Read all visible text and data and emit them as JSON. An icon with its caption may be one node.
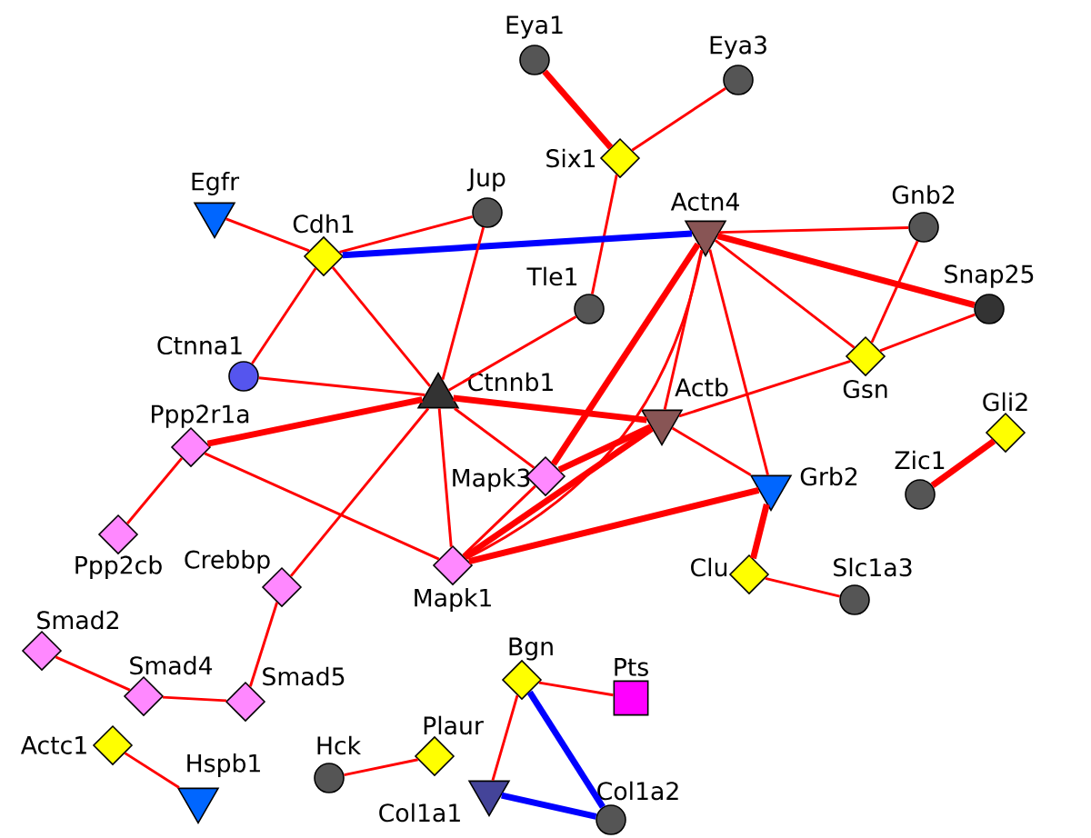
{
  "diagram": {
    "nodes": [
      {
        "text": [
          "Eya1"
        ]
      },
      {
        "text": [
          "Eya3"
        ]
      },
      {
        "text": [
          "Six1"
        ]
      },
      {
        "text": [
          "Egfr"
        ]
      },
      {
        "text": [
          "Jup"
        ]
      },
      {
        "text": [
          "Actn4"
        ]
      },
      {
        "text": [
          "Gnb2"
        ]
      },
      {
        "text": [
          "Cdh1"
        ]
      },
      {
        "text": [
          "Tle1"
        ]
      },
      {
        "text": [
          "Snap25"
        ]
      },
      {
        "text": [
          "Ctnna1"
        ]
      },
      {
        "text": [
          "Gsn"
        ]
      },
      {
        "text": [
          "Ctnnb1"
        ]
      },
      {
        "text": [
          "Actb"
        ]
      },
      {
        "text": [
          "Gli2"
        ]
      },
      {
        "text": [
          "Ppp2r1a"
        ]
      },
      {
        "text": [
          "Mapk3"
        ]
      },
      {
        "text": [
          "Grb2"
        ]
      },
      {
        "text": [
          "Zic1"
        ]
      },
      {
        "text": [
          "Ppp2cb"
        ]
      },
      {
        "text": [
          "Mapk1"
        ]
      },
      {
        "text": [
          "Clu"
        ]
      },
      {
        "text": [
          "Crebbp"
        ]
      },
      {
        "text": [
          "Slc1a3"
        ]
      },
      {
        "text": [
          "Smad2"
        ]
      },
      {
        "text": [
          "Bgn"
        ]
      },
      {
        "text": [
          "Pts"
        ]
      },
      {
        "text": [
          "Smad4"
        ]
      },
      {
        "text": [
          "Smad5"
        ]
      },
      {
        "text": [
          "Actc1"
        ]
      },
      {
        "text": [
          "Plaur"
        ]
      },
      {
        "text": [
          "Hck"
        ]
      },
      {
        "text": [
          "Col1a1"
        ]
      },
      {
        "text": [
          "Hspb1"
        ]
      },
      {
        "text": [
          "Col1a2"
        ]
      }
    ],
    "edges": [
      {
        "from": 0,
        "to": 2,
        "arrow": "none",
        "style": "thick"
      },
      {
        "from": 1,
        "to": 2,
        "arrow": "none"
      },
      {
        "from": 2,
        "to": 8,
        "arrow": "none"
      },
      {
        "from": 3,
        "to": 7,
        "arrow": "none"
      },
      {
        "from": 7,
        "to": 4,
        "arrow": "none"
      },
      {
        "from": 7,
        "to": 5,
        "arrow": "none",
        "style": "thick",
        "color": "#0000ff"
      },
      {
        "from": 7,
        "to": 10,
        "arrow": "none"
      },
      {
        "from": 7,
        "to": 12,
        "arrow": "none"
      },
      {
        "from": 4,
        "to": 12,
        "arrow": "none"
      },
      {
        "from": 5,
        "to": 6,
        "arrow": "none"
      },
      {
        "from": 5,
        "to": 9,
        "arrow": "none",
        "style": "thick"
      },
      {
        "from": 5,
        "to": 11,
        "arrow": "none"
      },
      {
        "from": 5,
        "to": 13,
        "arrow": "none"
      },
      {
        "from": 5,
        "to": 16,
        "arrow": "none",
        "style": "thick"
      },
      {
        "from": 5,
        "to": 20,
        "arrow": "none"
      },
      {
        "from": 5,
        "to": 17,
        "arrow": "none"
      },
      {
        "from": 6,
        "to": 11,
        "arrow": "none"
      },
      {
        "from": 11,
        "to": 9,
        "arrow": "none"
      },
      {
        "from": 11,
        "to": 13,
        "arrow": "none"
      },
      {
        "from": 12,
        "to": 8,
        "arrow": "none"
      },
      {
        "from": 12,
        "to": 10,
        "arrow": "none"
      },
      {
        "from": 12,
        "to": 15,
        "arrow": "none",
        "style": "thick"
      },
      {
        "from": 12,
        "to": 13,
        "arrow": "none",
        "style": "thick"
      },
      {
        "from": 12,
        "to": 16,
        "arrow": "none"
      },
      {
        "from": 12,
        "to": 20,
        "arrow": "none"
      },
      {
        "from": 12,
        "to": 22,
        "arrow": "none"
      },
      {
        "from": 13,
        "to": 17,
        "arrow": "none"
      },
      {
        "from": 13,
        "to": 20,
        "arrow": "none",
        "style": "thick"
      },
      {
        "from": 13,
        "to": 16,
        "arrow": "none",
        "style": "thick"
      },
      {
        "from": 15,
        "to": 19,
        "arrow": "none"
      },
      {
        "from": 15,
        "to": 20,
        "arrow": "none"
      },
      {
        "from": 16,
        "to": 20,
        "arrow": "none"
      },
      {
        "from": 20,
        "to": 17,
        "arrow": "none",
        "style": "thick"
      },
      {
        "from": 17,
        "to": 21,
        "arrow": "none",
        "style": "thick"
      },
      {
        "from": 21,
        "to": 23,
        "arrow": "none"
      },
      {
        "from": 14,
        "to": 18,
        "arrow": "none",
        "style": "thick"
      },
      {
        "from": 22,
        "to": 28,
        "arrow": "none"
      },
      {
        "from": 24,
        "to": 27,
        "arrow": "none"
      },
      {
        "from": 27,
        "to": 28,
        "arrow": "none"
      },
      {
        "from": 29,
        "to": 33,
        "arrow": "none"
      },
      {
        "from": 31,
        "to": 30,
        "arrow": "none"
      },
      {
        "from": 25,
        "to": 26,
        "arrow": "none"
      },
      {
        "from": 25,
        "to": 32,
        "arrow": "none"
      },
      {
        "from": 25,
        "to": 34,
        "arrow": "none",
        "style": "thick",
        "color": "#0000ff"
      },
      {
        "from": 32,
        "to": 34,
        "arrow": "none",
        "style": "thick",
        "color": "#0000ff"
      }
    ]
  }
}
